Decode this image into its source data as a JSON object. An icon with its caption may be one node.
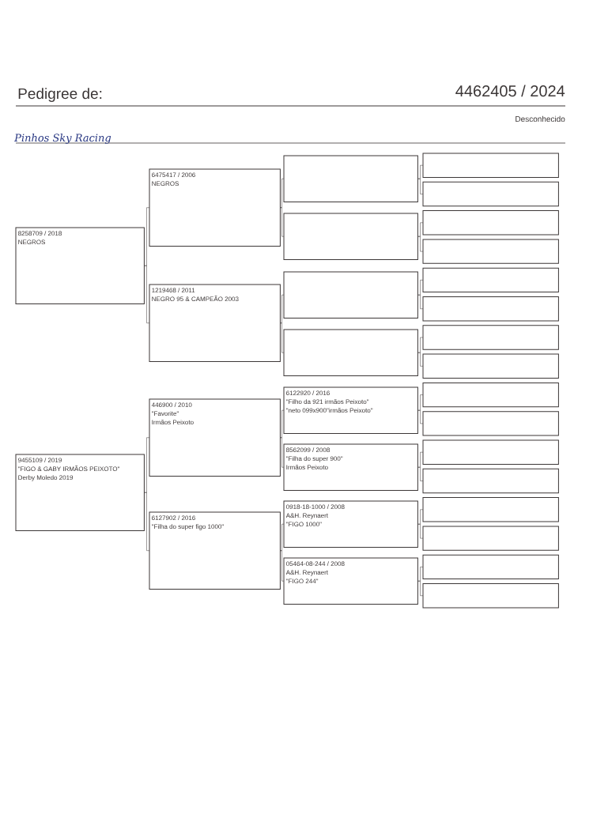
{
  "diagram": {
    "title": "Pedigree de:",
    "nodes": [
      {
        "text": [
          "8258709 / 2018",
          "NEGROS"
        ]
      },
      {
        "text": [
          "9455109 / 2019",
          "\"FIGO & GABY IRMÃOS PEIXOTO\"",
          "Derby Moledo 2019"
        ]
      },
      {
        "text": [
          "6475417 / 2006",
          "NEGROS"
        ]
      },
      {
        "text": [
          "1219468 / 2011",
          "NEGRO 95  & CAMPEÃO 2003"
        ]
      },
      {
        "text": [
          "446900 / 2010",
          "\"Favorite\"",
          "Irmãos Peixoto"
        ]
      },
      {
        "text": [
          "6127902 / 2016",
          "\"Filha do super figo 1000\""
        ]
      },
      {
        "text": [],
        "shape": "box"
      },
      {
        "text": [],
        "shape": "box"
      },
      {
        "text": [],
        "shape": "box"
      },
      {
        "text": [],
        "shape": "box"
      },
      {
        "text": [
          "6122920 / 2016",
          "\"Filho da 921 irmãos Peixoto\"",
          "\"neto 099x900\"irmãos Peixoto\""
        ]
      },
      {
        "text": [
          "8562099 / 2008",
          "\"Filha do super 900\"",
          "Irmãos Peixoto"
        ]
      },
      {
        "text": [
          "0918-18-1000 / 2008",
          "A&H. Reynaert",
          "\"FIGO 1000\""
        ]
      },
      {
        "text": [
          "05464-08-244 / 2008",
          "A&H. Reynaert",
          "\"FIGO 244\""
        ]
      },
      {
        "text": [],
        "shape": "box"
      },
      {
        "text": [],
        "shape": "box"
      },
      {
        "text": [],
        "shape": "box"
      },
      {
        "text": [],
        "shape": "box"
      },
      {
        "text": [],
        "shape": "box"
      },
      {
        "text": [],
        "shape": "box"
      },
      {
        "text": [],
        "shape": "box"
      },
      {
        "text": [],
        "shape": "box"
      },
      {
        "text": [],
        "shape": "box"
      },
      {
        "text": [],
        "shape": "box"
      },
      {
        "text": [],
        "shape": "box"
      },
      {
        "text": [],
        "shape": "box"
      },
      {
        "text": [],
        "shape": "box"
      },
      {
        "text": [],
        "shape": "box"
      },
      {
        "text": [],
        "shape": "box"
      },
      {
        "text": [],
        "shape": "box"
      }
    ],
    "edges": [
      {
        "from": 0,
        "to": 2,
        "arrow": "none"
      },
      {
        "from": 0,
        "to": 3,
        "arrow": "none"
      },
      {
        "from": 1,
        "to": 4,
        "arrow": "none"
      },
      {
        "from": 1,
        "to": 5,
        "arrow": "none"
      },
      {
        "from": 2,
        "to": 6,
        "arrow": "none"
      },
      {
        "from": 2,
        "to": 7,
        "arrow": "none"
      },
      {
        "from": 3,
        "to": 8,
        "arrow": "none"
      },
      {
        "from": 3,
        "to": 9,
        "arrow": "none"
      },
      {
        "from": 4,
        "to": 10,
        "arrow": "none"
      },
      {
        "from": 4,
        "to": 11,
        "arrow": "none"
      },
      {
        "from": 5,
        "to": 12,
        "arrow": "none"
      },
      {
        "from": 5,
        "to": 13,
        "arrow": "none"
      },
      {
        "from": 6,
        "to": 14,
        "arrow": "none"
      },
      {
        "from": 6,
        "to": 15,
        "arrow": "none"
      },
      {
        "from": 7,
        "to": 16,
        "arrow": "none"
      },
      {
        "from": 7,
        "to": 17,
        "arrow": "none"
      },
      {
        "from": 8,
        "to": 18,
        "arrow": "none"
      },
      {
        "from": 8,
        "to": 19,
        "arrow": "none"
      },
      {
        "from": 9,
        "to": 20,
        "arrow": "none"
      },
      {
        "from": 9,
        "to": 21,
        "arrow": "none"
      },
      {
        "from": 10,
        "to": 22,
        "arrow": "none"
      },
      {
        "from": 10,
        "to": 23,
        "arrow": "none"
      },
      {
        "from": 11,
        "to": 24,
        "arrow": "none"
      },
      {
        "from": 11,
        "to": 25,
        "arrow": "none"
      },
      {
        "from": 12,
        "to": 26,
        "arrow": "none"
      },
      {
        "from": 12,
        "to": 27,
        "arrow": "none"
      },
      {
        "from": 13,
        "to": 28,
        "arrow": "none"
      },
      {
        "from": 13,
        "to": 29,
        "arrow": "none"
      }
    ],
    "labels": [
      "4462405 / 2024",
      "Desconhecido",
      "Pinhos Sky Racing"
    ]
  }
}
